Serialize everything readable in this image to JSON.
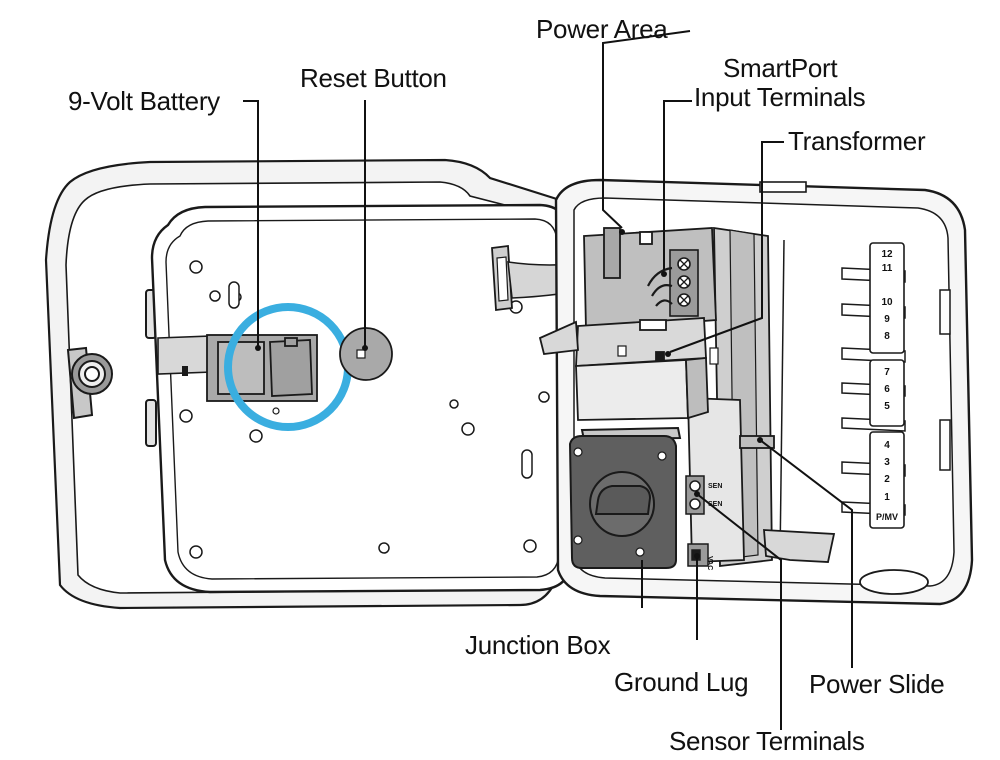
{
  "callouts": {
    "power_area": "Power Area",
    "smartport_line1": "SmartPort",
    "smartport_line2": "Input Terminals",
    "transformer": "Transformer",
    "battery": "9-Volt Battery",
    "reset": "Reset Button",
    "junction_box": "Junction Box",
    "ground_lug": "Ground Lug",
    "power_slide": "Power Slide",
    "sensor_terminals": "Sensor Terminals"
  },
  "station_numbers": [
    "12",
    "11",
    "10",
    "9",
    "8",
    "7",
    "6",
    "5",
    "4",
    "3",
    "2",
    "1",
    "P/MV"
  ],
  "terminal_labels": {
    "sen_top": "SEN",
    "sen_bottom": "SEN",
    "vac": "VAC"
  },
  "colors": {
    "highlight_ring": "#3aaee0",
    "ink": "#1a1a1a",
    "gray_dark": "#6a6a6a",
    "gray_mid": "#a9a9a9",
    "gray_light": "#d8d8d8"
  }
}
